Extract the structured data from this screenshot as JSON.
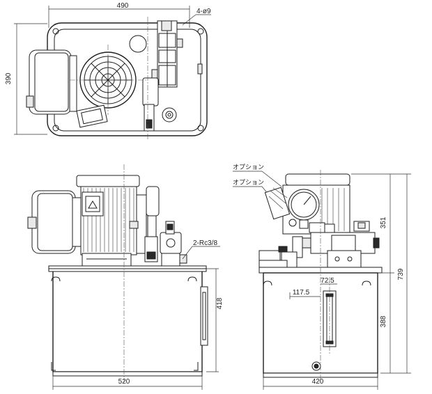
{
  "dimensions": {
    "top_width": "490",
    "holes": "4-ø9",
    "top_height": "390",
    "port_label": "2-Rc3/8",
    "front_tank_height": "418",
    "front_width": "520",
    "option_1": "オプション",
    "option_2": "オプション",
    "side_upper_height": "351",
    "side_total_height": "739",
    "offset_725": "72.5",
    "offset_1175": "117.5",
    "side_tank_height": "388",
    "side_width": "420"
  }
}
